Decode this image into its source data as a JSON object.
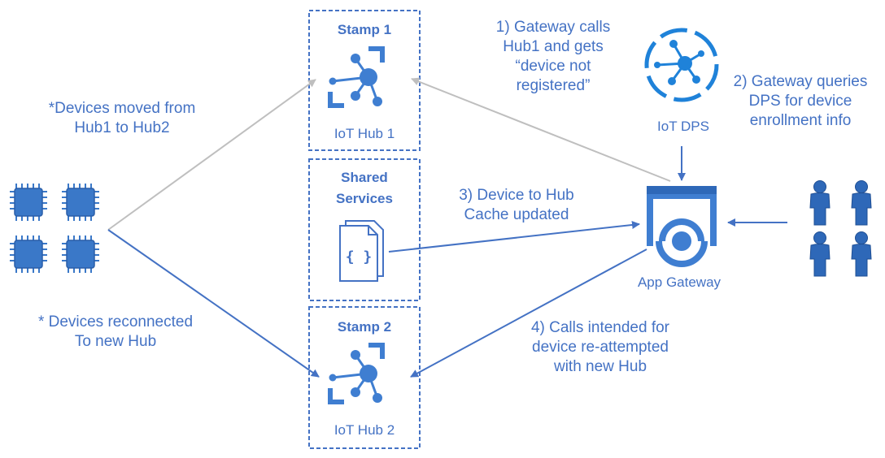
{
  "stamp1": {
    "title": "Stamp 1",
    "label": "IoT Hub 1"
  },
  "shared": {
    "title_line1": "Shared",
    "title_line2": "Services"
  },
  "stamp2": {
    "title": "Stamp 2",
    "label": "IoT Hub 2"
  },
  "dps": {
    "label": "IoT DPS"
  },
  "gateway": {
    "label": "App Gateway"
  },
  "notes": {
    "moved": [
      "*Devices moved from",
      "Hub1 to Hub2"
    ],
    "reconnected": [
      "* Devices reconnected",
      "To new Hub"
    ]
  },
  "steps": {
    "step1": [
      "1) Gateway calls",
      "Hub1 and gets",
      "“device not",
      "registered”"
    ],
    "step2": [
      "2) Gateway queries",
      "DPS for device",
      "enrollment info"
    ],
    "step3": [
      "3) Device to Hub",
      "Cache updated"
    ],
    "step4": [
      "4) Calls intended for",
      "device re-attempted",
      "with new Hub"
    ]
  },
  "colors": {
    "accent": "#4472c4",
    "icon_blue": "#3f7ed1",
    "dps_blue": "#1f82d9",
    "gray_arrow": "#bfbfbf",
    "chip_fill": "#3a78c8",
    "user_fill": "#2e68b8"
  },
  "icons": {
    "device_chip": "chip-icon",
    "hub": "iot-hub-icon",
    "dps": "iot-dps-icon",
    "gateway": "app-gateway-icon",
    "user": "user-icon",
    "json_doc": "json-document-icon"
  }
}
